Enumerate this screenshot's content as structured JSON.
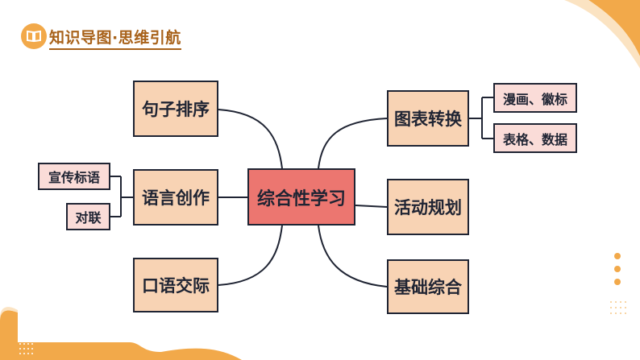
{
  "header": {
    "title": "知识导图·思维引航",
    "icon": "book-icon"
  },
  "mindmap": {
    "center": "综合性学习",
    "left": [
      {
        "label": "句子排序"
      },
      {
        "label": "语言创作",
        "children": [
          "宣传标语",
          "对联"
        ]
      },
      {
        "label": "口语交际"
      }
    ],
    "right": [
      {
        "label": "图表转换",
        "children": [
          "漫画、徽标",
          "表格、数据"
        ]
      },
      {
        "label": "活动规划"
      },
      {
        "label": "基础综合"
      }
    ]
  },
  "colors": {
    "accent": "#f2a94a",
    "center": "#ec7670",
    "node": "#f8d3b4",
    "leaf": "#fadcd8",
    "line": "#1f2433"
  }
}
